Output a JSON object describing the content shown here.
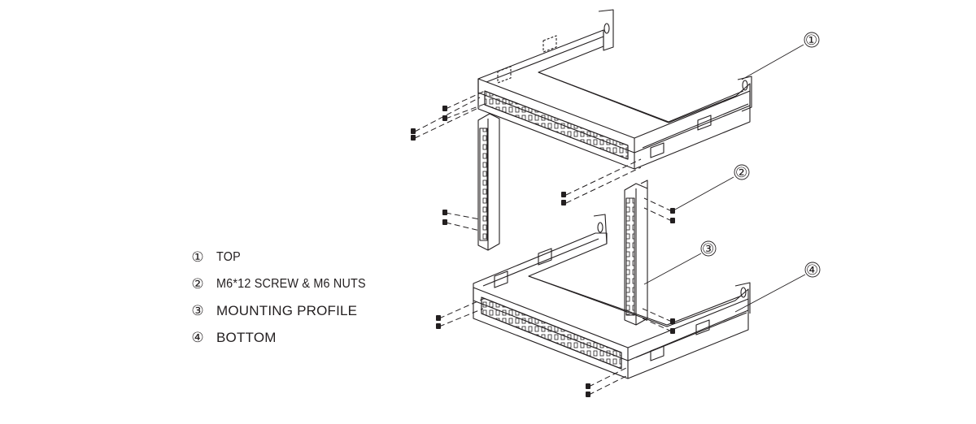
{
  "legend": [
    {
      "number": "①",
      "label": "TOP"
    },
    {
      "number": "②",
      "label": "M6*12 SCREW & M6 NUTS"
    },
    {
      "number": "③",
      "label": "MOUNTING PROFILE"
    },
    {
      "number": "④",
      "label": "BOTTOM"
    }
  ],
  "callouts": [
    {
      "number": "①"
    },
    {
      "number": "②"
    },
    {
      "number": "③"
    },
    {
      "number": "④"
    }
  ],
  "colors": {
    "line": "#231f20",
    "background": "#ffffff"
  }
}
